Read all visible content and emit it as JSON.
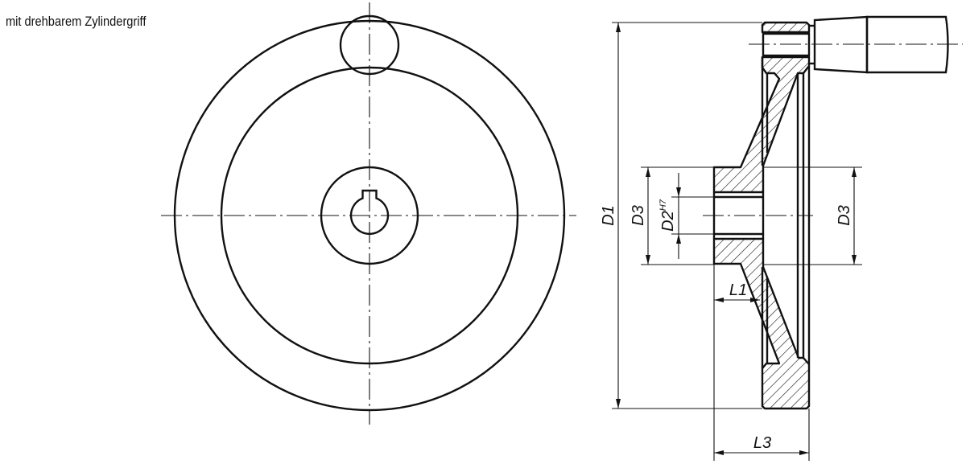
{
  "caption": "mit drehbarem Zylindergriff",
  "dimensions": {
    "d1": "D1",
    "d3_left": "D3",
    "d2": "D2",
    "d2_tolerance": "H7",
    "d3_right": "D3",
    "l1": "L1",
    "l3": "L3"
  }
}
